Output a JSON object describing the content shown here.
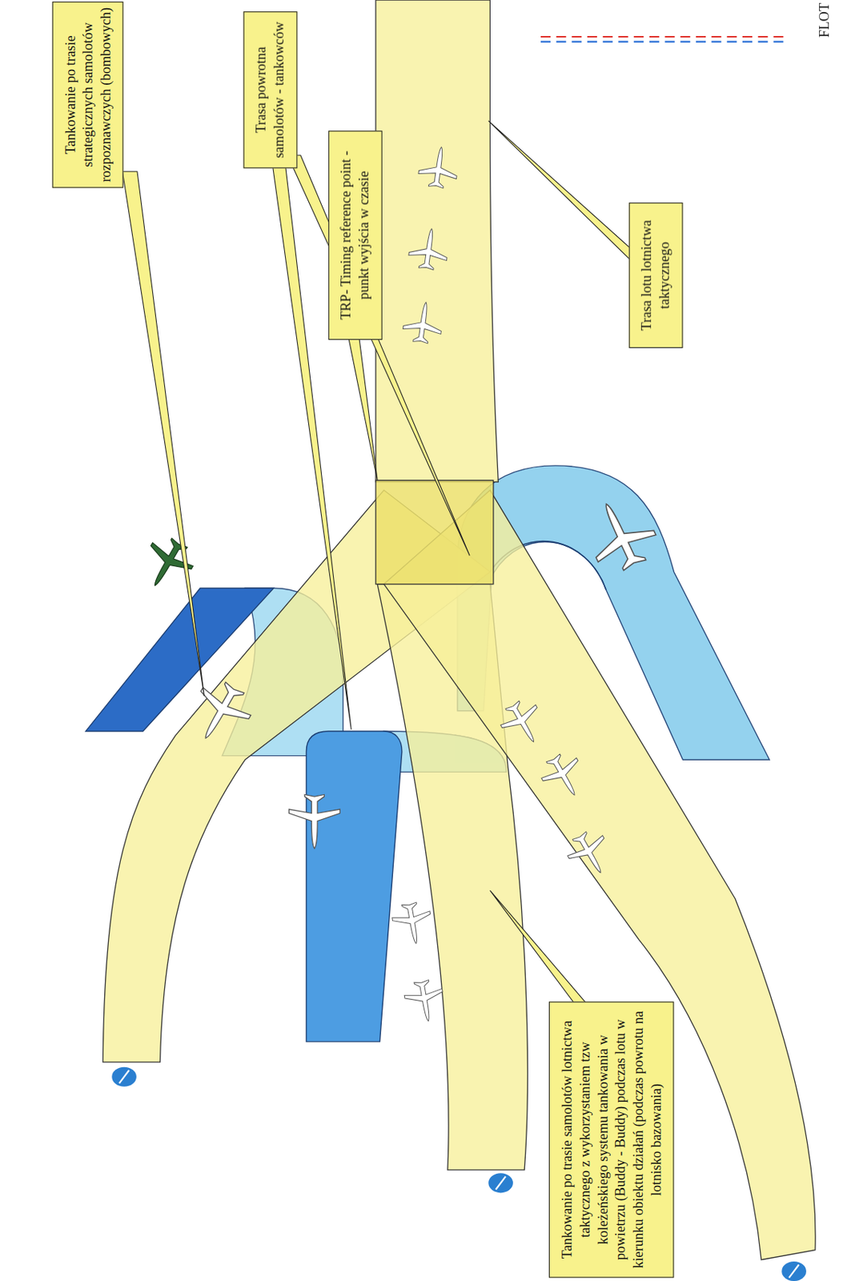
{
  "diagram": {
    "nodes": [
      {
        "text": [
          "Tankowanie po trasie strategicznych samolotów rozpoznawczych (bombowych)"
        ]
      },
      {
        "text": [
          "Trasa powrotna samolotów - tankowców"
        ]
      },
      {
        "text": [
          "TRP- Timing reference point - punkt wyjścia w czasie"
        ]
      },
      {
        "text": [
          "Trasa lotu lotnictwa taktycznego"
        ]
      },
      {
        "text": [
          "Tankowanie po trasie samolotów lotnictwa taktycznego z wykorzystaniem tzw koleżeńskiego systemu tankowania w powietrzu (Buddy - Buddy) podczas lotu w kierunku obiektu działań (podczas powrotu na lotnisko bazowania)"
        ]
      }
    ],
    "labels": [
      "FLOT"
    ]
  }
}
